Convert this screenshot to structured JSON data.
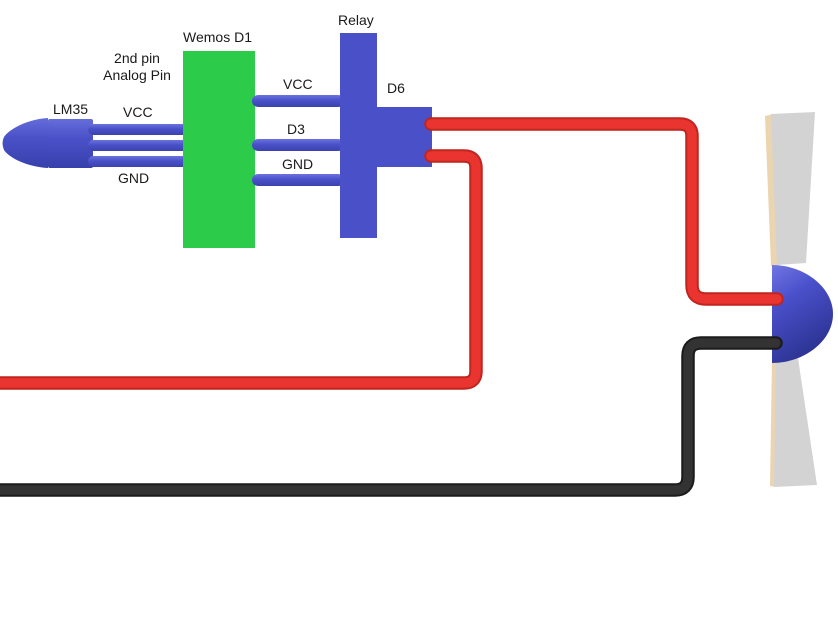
{
  "diagram": {
    "labels": {
      "relay": "Relay",
      "wemos": "Wemos D1",
      "analog_pin_line1": "2nd pin",
      "analog_pin_line2": "Analog Pin",
      "lm35": "LM35",
      "vcc_sensor": "VCC",
      "gnd_sensor": "GND",
      "vcc_wemos": "VCC",
      "d3_wemos": "D3",
      "gnd_wemos": "GND",
      "d6_relay": "D6"
    },
    "colors": {
      "background": "#FFFFFF",
      "board_green": "#2DCB4A",
      "component_blue": "#4A51C8",
      "wire_red": "#EA3430",
      "wire_red_shade": "#C0251F",
      "wire_black": "#333333",
      "wire_black_shade": "#1B1B1B",
      "blade_gray": "#D3D3D3",
      "blade_edge_tan": "#EAD5B0",
      "hub_blue": "#4A50CA",
      "label_text": "#1A1A1A"
    }
  }
}
